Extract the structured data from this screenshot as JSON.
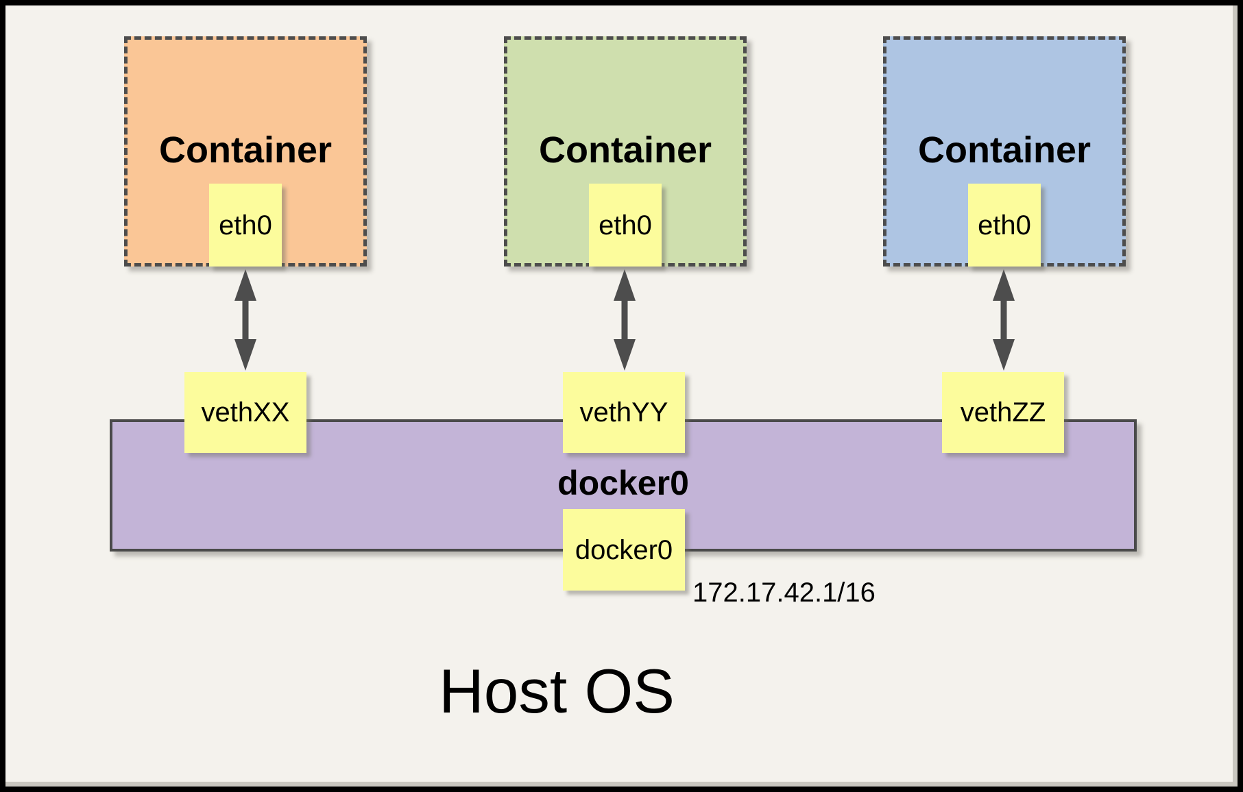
{
  "canvas": {
    "background": "#F4F2ED",
    "border_color": "#000000"
  },
  "containers": [
    {
      "label": "Container",
      "interface_label": "eth0",
      "fill": "#FAC696"
    },
    {
      "label": "Container",
      "interface_label": "eth0",
      "fill": "#CFDFAE"
    },
    {
      "label": "Container",
      "interface_label": "eth0",
      "fill": "#AEC5E3"
    }
  ],
  "veth_interfaces": [
    {
      "label": "vethXX"
    },
    {
      "label": "vethYY"
    },
    {
      "label": "vethZZ"
    }
  ],
  "bridge": {
    "label": "docker0",
    "interface_label": "docker0",
    "ip_address": "172.17.42.1/16",
    "fill": "#C3B4D7"
  },
  "host": {
    "label": "Host OS"
  },
  "palette": {
    "interface_box_fill": "#FCFC9C",
    "arrow_color": "#4D4D4D",
    "dashed_border_color": "#4D4D4D",
    "bridge_border_color": "#4A4A4A",
    "text_color": "#000000"
  }
}
